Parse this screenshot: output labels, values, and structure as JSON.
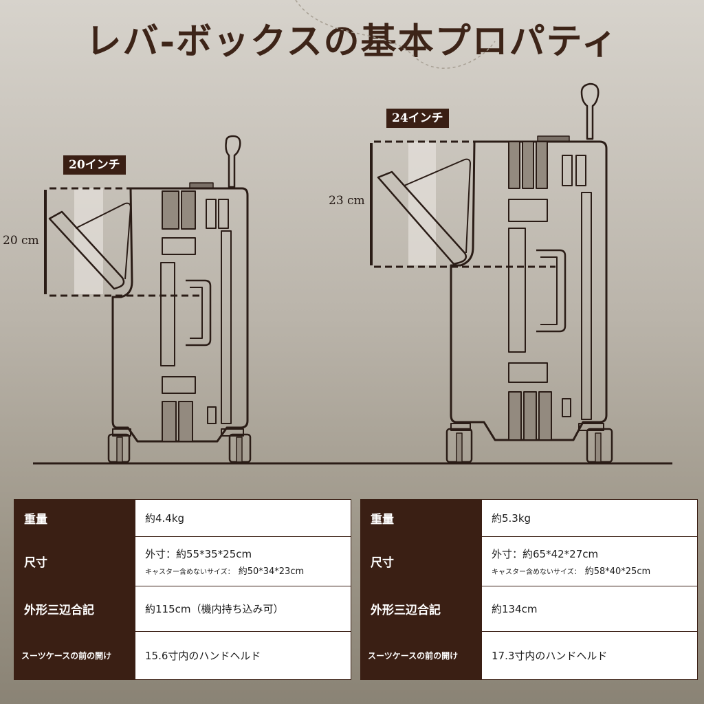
{
  "title": "レバ-ボックスの基本プロパティ",
  "colors": {
    "dark_brown": "#3a1f14",
    "line": "#2a1c16"
  },
  "icons": [
    "suitcase-20-inch-illustration",
    "suitcase-24-inch-illustration"
  ],
  "left": {
    "size_tag": "20インチ",
    "dimension_label": "20 cm",
    "specs": {
      "weight_label": "重量",
      "weight_value": "約4.4kg",
      "size_label": "尺寸",
      "size_outer": "外寸：約55*35*25cm",
      "size_inner_label": "キャスター含めないサイズ：",
      "size_inner_value": "約50*34*23cm",
      "three_sides_label": "外形三辺合記",
      "three_sides_value": "約115cm（機内持ち込み可）",
      "front_open_label": "スーツケースの前の開け",
      "front_open_value": "15.6寸内のハンドヘルド"
    }
  },
  "right": {
    "size_tag": "24インチ",
    "dimension_label": "23 cm",
    "specs": {
      "weight_label": "重量",
      "weight_value": "約5.3kg",
      "size_label": "尺寸",
      "size_outer": "外寸：約65*42*27cm",
      "size_inner_label": "キャスター含めないサイズ：",
      "size_inner_value": "約58*40*25cm",
      "three_sides_label": "外形三辺合記",
      "three_sides_value": "約134cm",
      "front_open_label": "スーツケースの前の開け",
      "front_open_value": "17.3寸内のハンドヘルド"
    }
  }
}
